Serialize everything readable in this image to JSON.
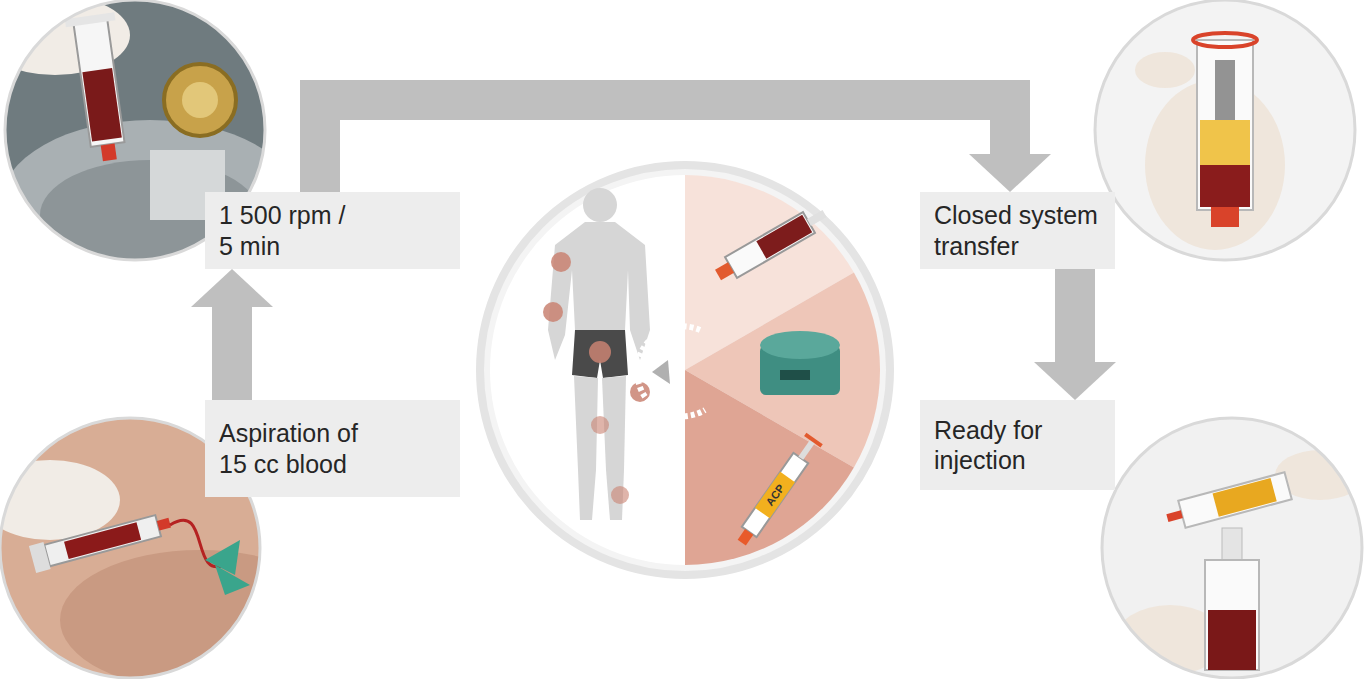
{
  "diagram": {
    "nodes": [
      {
        "text": [
          "1 500 rpm / 5 min"
        ]
      },
      {
        "text": [
          "Closed system transfer"
        ]
      },
      {
        "text": [
          "Aspiration of 15 cc blood"
        ]
      },
      {
        "text": [
          "Ready for injection"
        ]
      }
    ],
    "edges": [
      {
        "from": 2,
        "to": 0,
        "arrow": "to"
      },
      {
        "from": 0,
        "to": 1,
        "arrow": "to"
      },
      {
        "from": 1,
        "to": 3,
        "arrow": "to"
      }
    ],
    "labels": [
      "ACP"
    ]
  }
}
